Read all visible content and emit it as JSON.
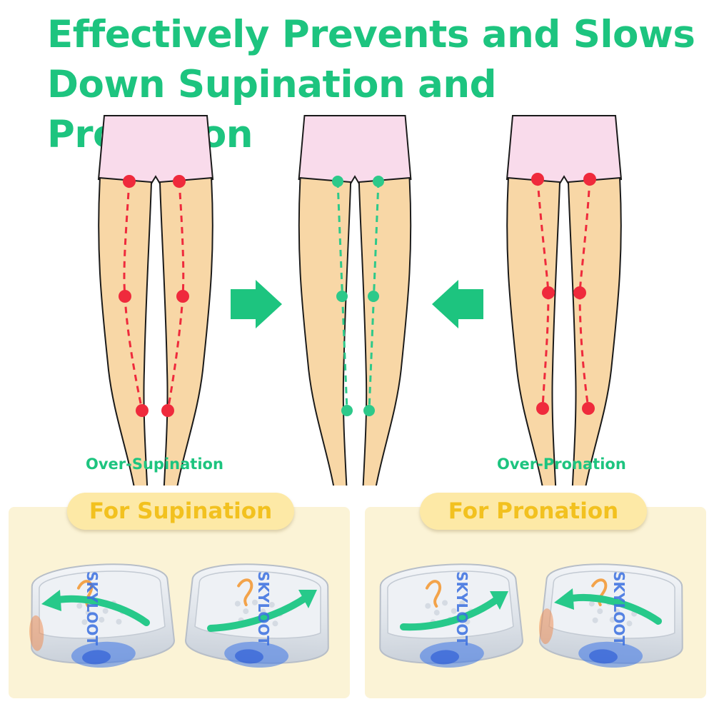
{
  "headline": {
    "line1": "Effectively Prevents and Slows",
    "line2": "Down Supination and Pronation"
  },
  "figures": [
    {
      "caption": "Over-Supination",
      "status": "incorrect",
      "marker_color": "#ef2a3c",
      "posture": "bowed"
    },
    {
      "caption": "",
      "status": "correct",
      "marker_color": "#2dc98a",
      "posture": "straight"
    },
    {
      "caption": "Over-Pronation",
      "status": "incorrect",
      "marker_color": "#ef2a3c",
      "posture": "knock-kneed"
    }
  ],
  "arrows": [
    {
      "direction": "right",
      "icon": "arrow-right-icon"
    },
    {
      "direction": "left",
      "icon": "arrow-left-icon"
    }
  ],
  "panels": [
    {
      "label": "For Supination",
      "insoles": 2
    },
    {
      "label": "For Pronation",
      "insoles": 2
    }
  ],
  "brand": {
    "insole_print": "SKYLOOT"
  },
  "colors": {
    "accent_green": "#1dc47f",
    "marker_red": "#ef2a3c",
    "marker_green": "#2dc98a",
    "skin": "#f8d7a6",
    "shorts": "#f9dbeb",
    "panel_bg": "#fbf3d6",
    "pill_bg": "#fde9a6",
    "pill_text": "#f2c11f"
  }
}
